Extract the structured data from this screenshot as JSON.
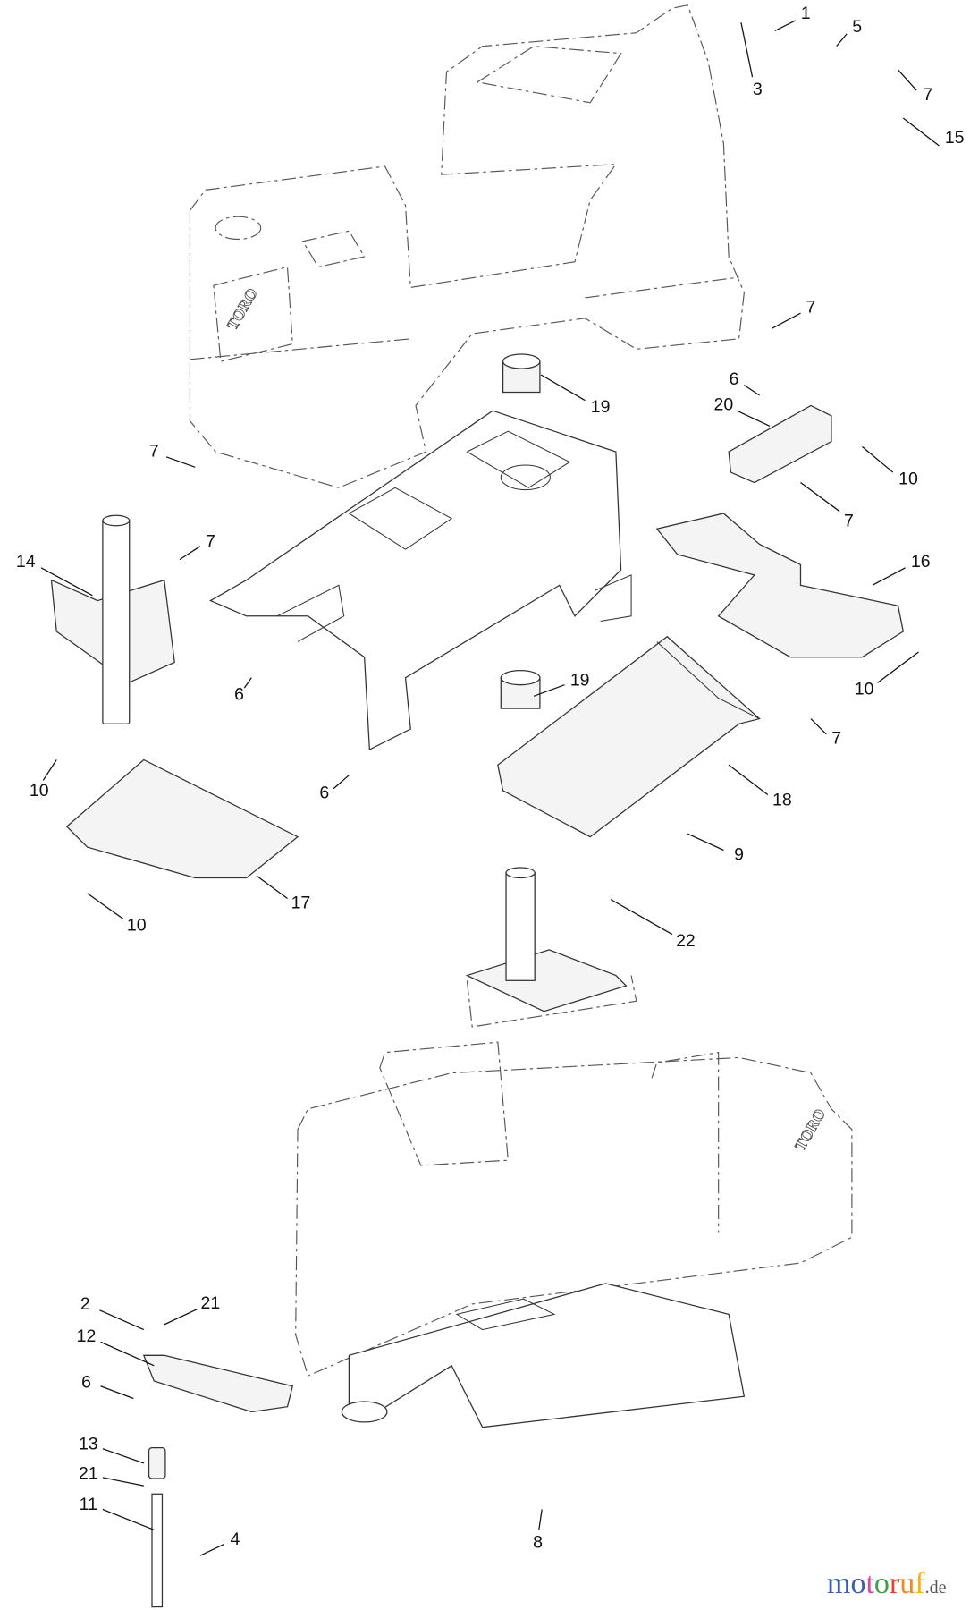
{
  "diagram": {
    "brand_marks": [
      "TORO",
      "TORO"
    ],
    "callouts": [
      "1",
      "3",
      "5",
      "7",
      "15",
      "7",
      "19",
      "6",
      "20",
      "7",
      "10",
      "7",
      "14",
      "7",
      "16",
      "6",
      "19",
      "10",
      "7",
      "10",
      "6",
      "18",
      "9",
      "10",
      "17",
      "22",
      "2",
      "21",
      "12",
      "6",
      "13",
      "21",
      "11",
      "4",
      "8"
    ]
  },
  "watermark": {
    "text": "motoruf",
    "tld": ".de",
    "letter_colors": [
      "#3b5fae",
      "#3b5fae",
      "#e0479a",
      "#3aa04a",
      "#e8412c",
      "#f08a1c",
      "#f2b705"
    ]
  }
}
